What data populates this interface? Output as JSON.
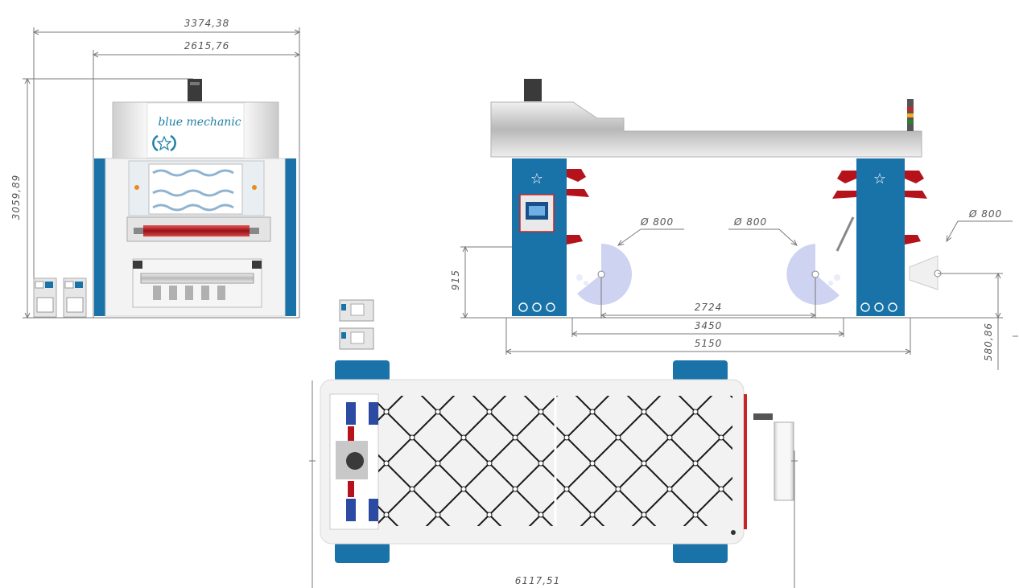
{
  "brand": {
    "name": "blue mechanic"
  },
  "front_view": {
    "width_total": "3374,38",
    "width_inner": "2615,76",
    "height": "3059,89"
  },
  "side_view": {
    "reel_diameters": [
      "Ø 800",
      "Ø 800",
      "Ø 800"
    ],
    "height_axis": "915",
    "unwind_height": "580,86",
    "span_reels": "2724",
    "span_frames": "3450",
    "length_total": "5150"
  },
  "top_view": {
    "length_total": "6117,51"
  },
  "colors": {
    "frame_blue": "#1a73a8",
    "roller_red": "#b5121b",
    "reel_lavender": "#cdd3f0",
    "panel_grey": "#e6e6e6"
  }
}
